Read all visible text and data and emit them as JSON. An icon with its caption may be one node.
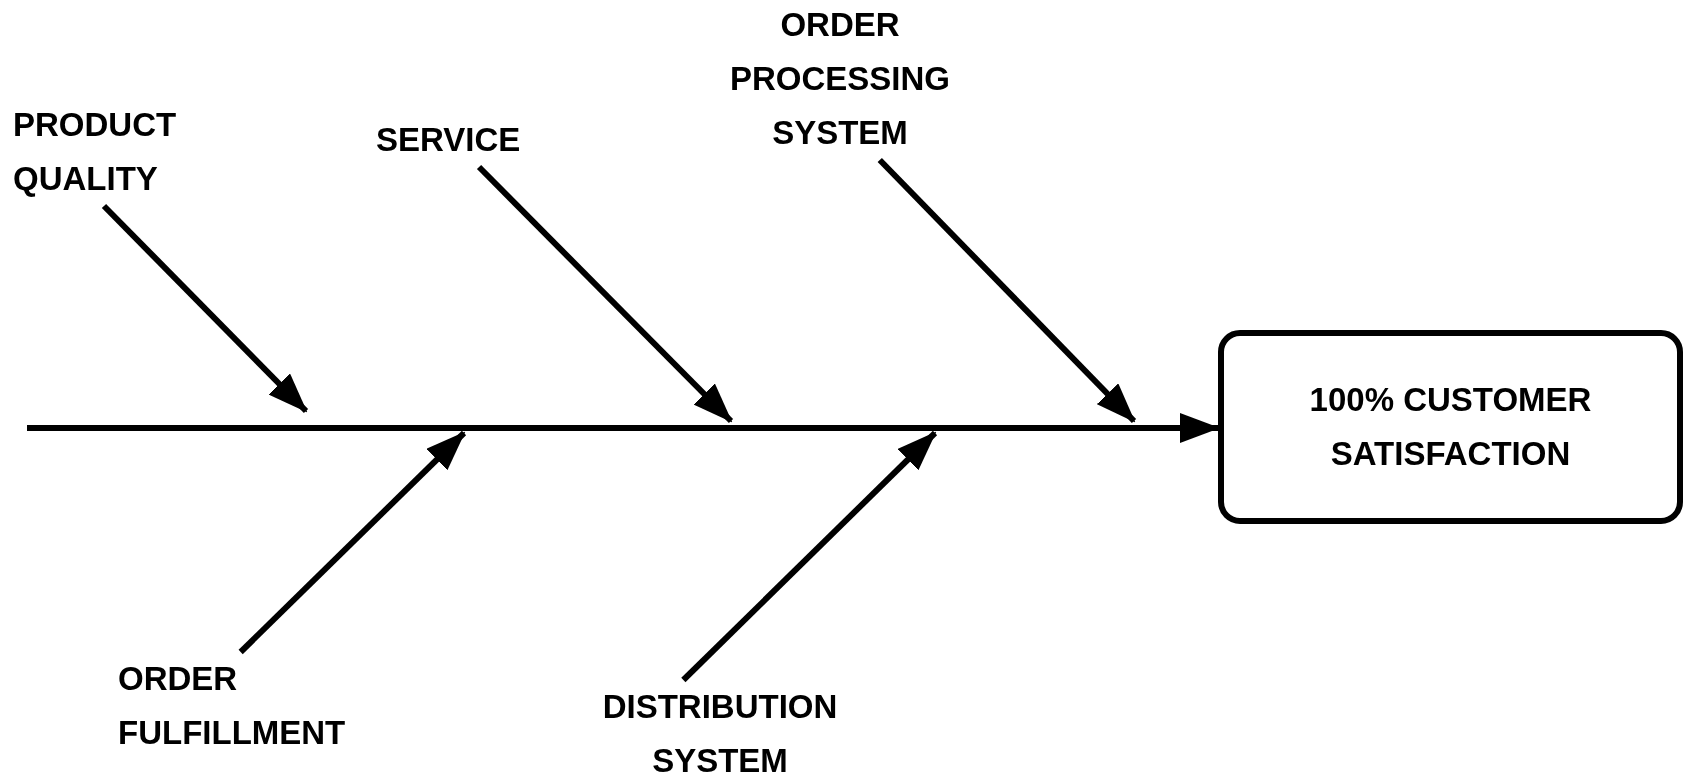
{
  "diagram": {
    "nodes": [
      {
        "text": [
          "PRODUCT QUALITY"
        ]
      },
      {
        "text": [
          "SERVICE"
        ]
      },
      {
        "text": [
          "ORDER PROCESSING SYSTEM"
        ]
      },
      {
        "text": [
          "ORDER FULFILLMENT"
        ]
      },
      {
        "text": [
          "DISTRIBUTION SYSTEM"
        ]
      },
      {
        "text": [
          "100% CUSTOMER SATISFACTION"
        ]
      }
    ],
    "edges": [
      {
        "from": null,
        "to": 5,
        "arrow": "to"
      },
      {
        "from": 0,
        "to": null,
        "arrow": "to"
      },
      {
        "from": 1,
        "to": null,
        "arrow": "to"
      },
      {
        "from": 2,
        "to": null,
        "arrow": "to"
      },
      {
        "from": 3,
        "to": null,
        "arrow": "to"
      },
      {
        "from": 4,
        "to": null,
        "arrow": "to"
      }
    ]
  }
}
